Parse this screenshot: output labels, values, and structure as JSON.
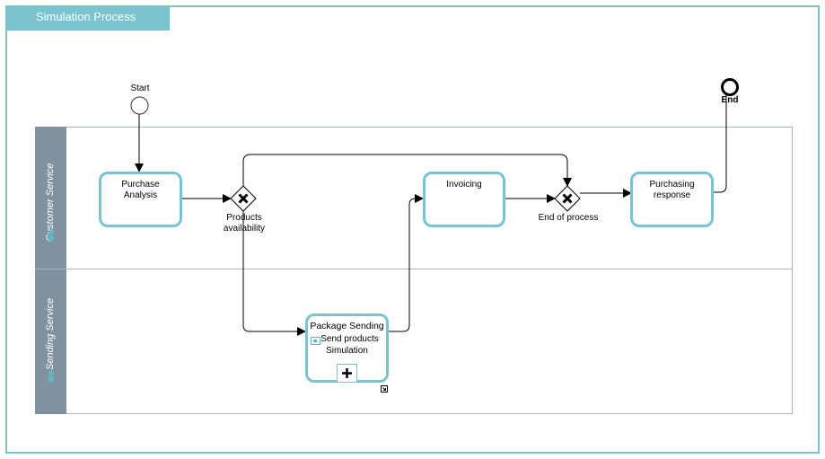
{
  "title": "Simulation Process",
  "lanes": [
    {
      "name": "Customer Service"
    },
    {
      "name": "Sending Service"
    }
  ],
  "events": {
    "start": "Start",
    "end": "End"
  },
  "tasks": {
    "purchase_analysis_line1": "Purchase",
    "purchase_analysis_line2": "Analysis",
    "invoicing": "Invoicing",
    "purchasing_response_line1": "Purchasing",
    "purchasing_response_line2": "response",
    "package_sending": "Package Sending",
    "send_products_line1": "Send products",
    "send_products_line2": "Simulation"
  },
  "gateways": {
    "products_availability_line1": "Products",
    "products_availability_line2": "availability",
    "end_of_process": "End of process"
  },
  "colors": {
    "accent": "#79c4cf",
    "lane_header": "#7f929e",
    "pool_border": "#a9b5bd"
  }
}
